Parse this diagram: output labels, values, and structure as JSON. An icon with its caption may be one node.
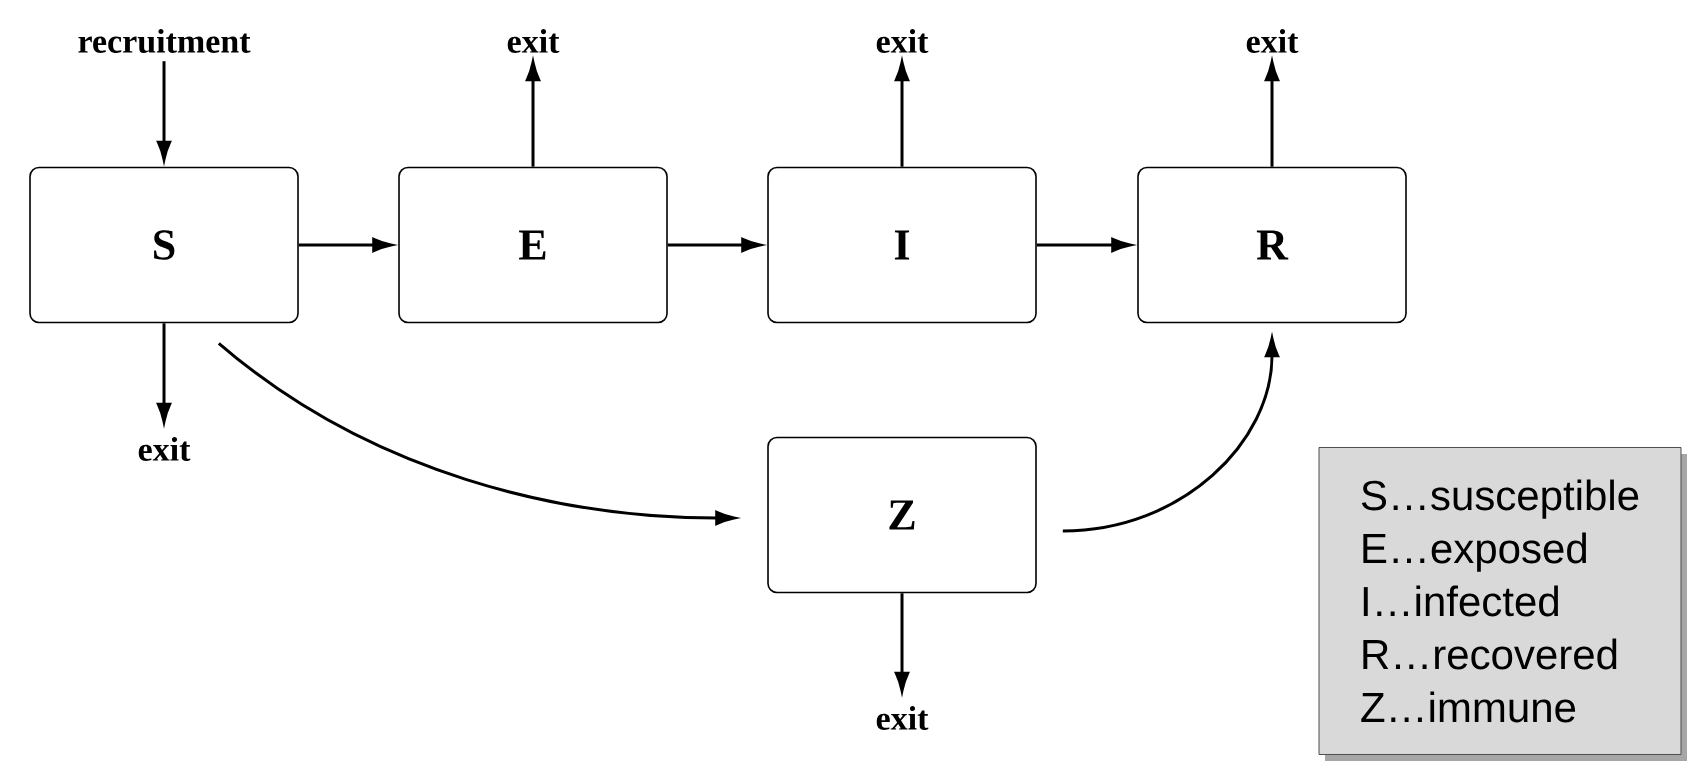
{
  "diagram": {
    "nodes": [
      {
        "text": [
          "recruitment"
        ]
      },
      {
        "text": [
          "exit"
        ]
      },
      {
        "text": [
          "exit"
        ]
      },
      {
        "text": [
          "exit"
        ]
      },
      {
        "text": [
          "S"
        ]
      },
      {
        "text": [
          "E"
        ]
      },
      {
        "text": [
          "I"
        ]
      },
      {
        "text": [
          "R"
        ]
      },
      {
        "text": [
          "exit"
        ]
      },
      {
        "text": [
          "Z"
        ]
      },
      {
        "text": [
          "exit"
        ]
      },
      {
        "text": [
          "S…susceptible",
          "E…exposed",
          "I…infected",
          "R…recovered",
          "Z…immune"
        ]
      }
    ],
    "edges": [
      {
        "from": 0,
        "to": 4,
        "arrow": "to"
      },
      {
        "from": 5,
        "to": 1,
        "arrow": "to"
      },
      {
        "from": 6,
        "to": 2,
        "arrow": "to"
      },
      {
        "from": 7,
        "to": 3,
        "arrow": "to"
      },
      {
        "from": 4,
        "to": 5,
        "arrow": "to"
      },
      {
        "from": 5,
        "to": 6,
        "arrow": "to"
      },
      {
        "from": 6,
        "to": 7,
        "arrow": "to"
      },
      {
        "from": 4,
        "to": 8,
        "arrow": "to"
      },
      {
        "from": 4,
        "to": 9,
        "arrow": "to"
      },
      {
        "from": 9,
        "to": 7,
        "arrow": "to"
      },
      {
        "from": 9,
        "to": 10,
        "arrow": "to"
      }
    ]
  }
}
